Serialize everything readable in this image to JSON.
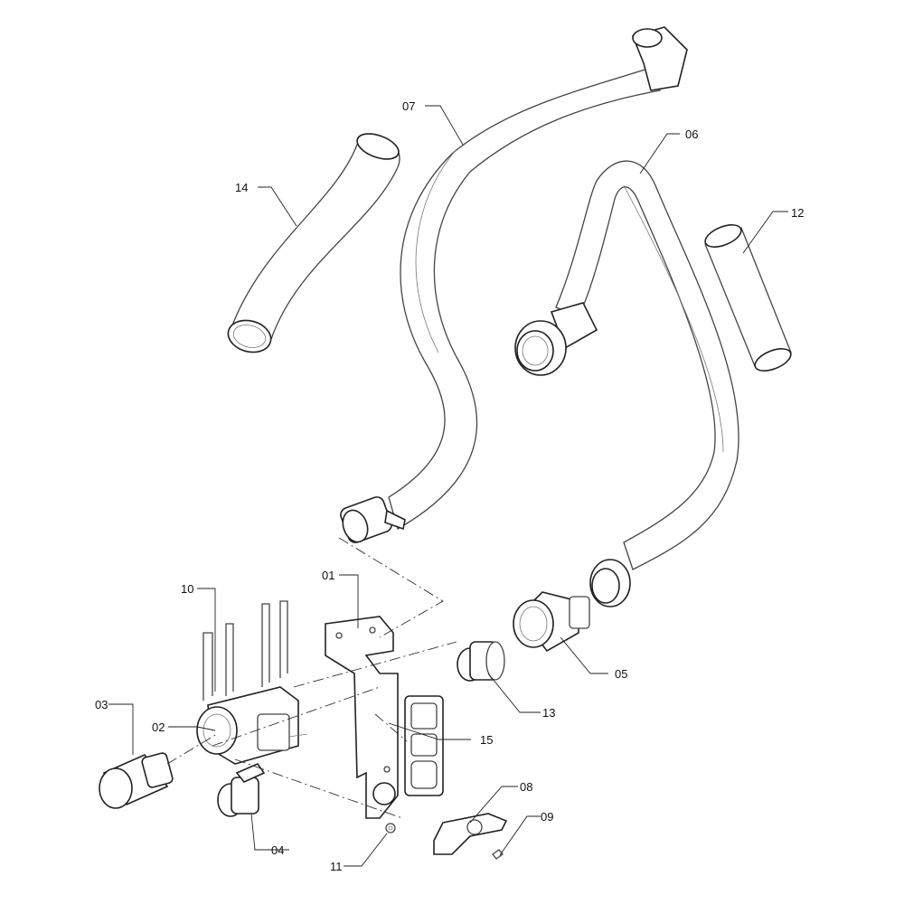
{
  "labels": {
    "p01": "01",
    "p02": "02",
    "p03": "03",
    "p04": "04",
    "p05": "05",
    "p06": "06",
    "p07": "07",
    "p08": "08",
    "p09": "09",
    "p10": "10",
    "p11": "11",
    "p12": "12",
    "p13": "13",
    "p14": "14",
    "p15": "15"
  }
}
